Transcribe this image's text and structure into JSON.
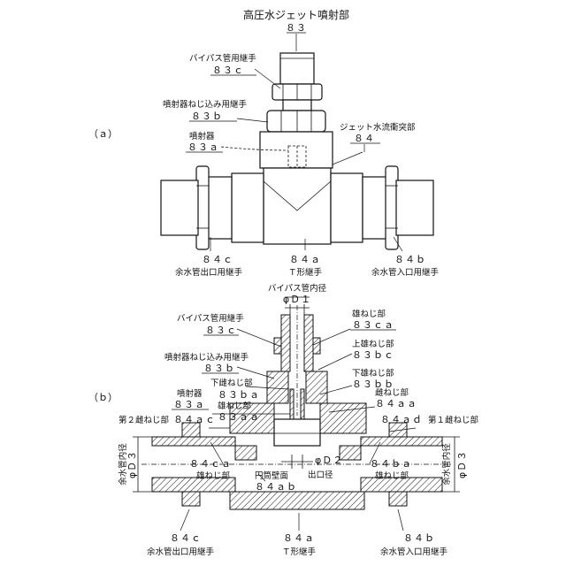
{
  "title": "高圧水ジェット噴射部",
  "view_a": {
    "section_label": "（ａ）",
    "labels": {
      "ref_83": "８３",
      "bypass_fitting": "バイパス管用継手",
      "ref_83c": "８３ｃ",
      "injector_screw_fitting": "噴射器ねじ込み用継手",
      "ref_83b": "８３ｂ",
      "jet_collision": "ジェット水流衝突部",
      "ref_84": "８４",
      "injector": "噴射器",
      "ref_83a": "８３ａ",
      "ref_84c": "８４ｃ",
      "outlet_fitting": "余水管出口用継手",
      "ref_84a": "８４ａ",
      "t_fitting": "Ｔ形継手",
      "ref_84b": "８４ｂ",
      "inlet_fitting": "余水管入口用継手"
    }
  },
  "view_b": {
    "section_label": "（ｂ）",
    "labels": {
      "bypass_inner_dia": "バイパス管内径",
      "phi_d1": "φＤ１",
      "bypass_fitting": "バイパス管用継手",
      "ref_83c": "８３ｃ",
      "male_thread": "雄ねじ部",
      "ref_83ca": "８３ｃａ",
      "upper_male_thread": "上雄ねじ部",
      "ref_83bc": "８３ｂｃ",
      "injector_screw_fitting": "噴射器ねじ込み用継手",
      "ref_83b": "８３ｂ",
      "lower_female_thread": "下雌ねじ部",
      "ref_83ba": "８３ｂａ",
      "lower_male_thread": "下雄ねじ部",
      "ref_83bb": "８３ｂｂ",
      "injector": "噴射器",
      "ref_83a": "８３ａ",
      "male_thread_2": "雄ねじ部",
      "ref_83aa": "８３ａａ",
      "female_thread": "雌ねじ部",
      "ref_84aa": "８４ａａ",
      "second_female": "第２雌ねじ部",
      "ref_84ac": "８４ａｃ",
      "ref_84ad": "８４ａｄ",
      "first_female": "第１雌ねじ部",
      "outlet_inner_dia": "余水管内径",
      "phi_d3_left": "φＤ３",
      "ref_84ca": "８４ｃａ",
      "male_thread_left": "雄ねじ部",
      "phi_d2": "φＤ２",
      "outlet_dia": "出口径",
      "cylinder_wall": "円筒壁面",
      "ref_84ab": "８４ａｂ",
      "ref_84ba": "８４ｂａ",
      "male_thread_right": "雄ねじ部",
      "inlet_inner_dia": "余水管内径",
      "phi_d3_right": "φＤ３",
      "ref_84c": "８４ｃ",
      "outlet_fitting": "余水管出口用継手",
      "ref_84a": "８４ａ",
      "t_fitting": "Ｔ形継手",
      "ref_84b": "８４ｂ",
      "inlet_fitting": "余水管入口用継手"
    }
  }
}
